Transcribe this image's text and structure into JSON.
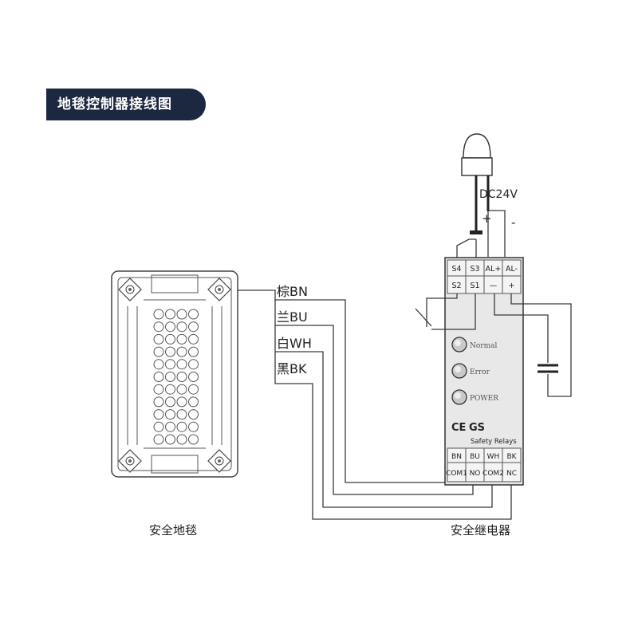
{
  "title": "地毯控制器接线图",
  "power_label": "DC24V",
  "plus_sign": "+",
  "minus_sign": "-",
  "wire_labels": [
    "棕BN",
    "兰BU",
    "白WH",
    "黑BK"
  ],
  "relay": {
    "top_terminals_row1": [
      "S4",
      "S3",
      "AL+",
      "AL-"
    ],
    "top_terminals_row2": [
      "S2",
      "S1",
      "—",
      "+"
    ],
    "leds": [
      "Normal",
      "Error",
      "POWER"
    ],
    "cert_ce": "CE",
    "cert_gs": "GS",
    "brand": "Safety Relays",
    "bottom_terminals_row1": [
      "BN",
      "BU",
      "WH",
      "BK"
    ],
    "bottom_terminals_row2": [
      "COM1",
      "NO",
      "COM2",
      "NC"
    ]
  },
  "caption_mat": "安全地毯",
  "caption_relay": "安全继电器"
}
